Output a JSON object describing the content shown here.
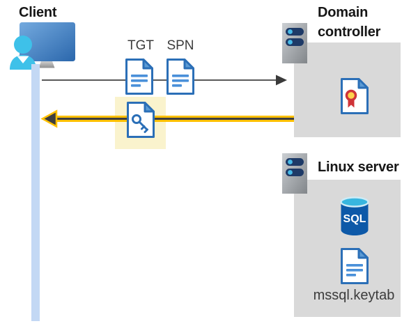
{
  "client": {
    "label": "Client"
  },
  "tickets": {
    "tgt_label": "TGT",
    "spn_label": "SPN"
  },
  "domain_controller": {
    "label": "Domain controller"
  },
  "linux_server": {
    "label": "Linux server",
    "database_label": "SQL",
    "keytab_file_label": "mssql.keytab"
  },
  "palette": {
    "accent_blue": "#2B6FB7",
    "doc_fill_blue": "#4A90D9",
    "person_cyan": "#3EC1E9",
    "gold_arrow": "#FFC000",
    "arrow_core_gray": "#3E3E3E",
    "request_line_gray": "#595959",
    "box_gray": "#D9D9D9",
    "highlight_yellow": "#FAF3CD",
    "lifeline_blue": "#C3D8F4",
    "server_slot_navy": "#1E3A67",
    "certificate_red": "#CF3438",
    "certificate_yellow": "#FFD24C",
    "sql_body_blue": "#0D59A8",
    "sql_top_cyan": "#38B6DF"
  }
}
